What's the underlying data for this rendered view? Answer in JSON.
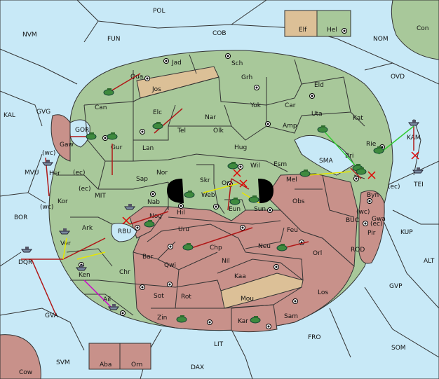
{
  "colors": {
    "sea": "#c8e9f7",
    "neutral_land": "#a8c89a",
    "red_power": "#c8918a",
    "tan_power": "#dcc097",
    "move_arrow": "#b01818",
    "support_arrow": "#e6e600",
    "convoy_arrow": "#cc00cc",
    "green_arrow": "#33cc33",
    "fail_mark": "#e00000"
  },
  "provinces": [
    {
      "id": "POL",
      "name": "POL"
    },
    {
      "id": "NVM",
      "name": "NVM"
    },
    {
      "id": "FUN",
      "name": "FUN"
    },
    {
      "id": "COB",
      "name": "COB"
    },
    {
      "id": "NOM",
      "name": "NOM"
    },
    {
      "id": "Con",
      "name": "Con"
    },
    {
      "id": "Elf",
      "name": "Elf"
    },
    {
      "id": "Hel",
      "name": "Hel"
    },
    {
      "id": "OVD",
      "name": "OVD"
    },
    {
      "id": "KAL",
      "name": "KAL"
    },
    {
      "id": "GVG",
      "name": "GVG"
    },
    {
      "id": "Jad",
      "name": "Jad"
    },
    {
      "id": "Sch",
      "name": "Sch"
    },
    {
      "id": "Qua",
      "name": "Qua"
    },
    {
      "id": "Jos",
      "name": "Jos"
    },
    {
      "id": "Grh",
      "name": "Grh"
    },
    {
      "id": "Eld",
      "name": "Eld"
    },
    {
      "id": "Can",
      "name": "Can"
    },
    {
      "id": "Yok",
      "name": "Yok"
    },
    {
      "id": "Car",
      "name": "Car"
    },
    {
      "id": "Elc",
      "name": "Elc"
    },
    {
      "id": "Nar",
      "name": "Nar"
    },
    {
      "id": "Uta",
      "name": "Uta"
    },
    {
      "id": "Kat",
      "name": "Kat"
    },
    {
      "id": "GOR",
      "name": "GOR"
    },
    {
      "id": "Tel",
      "name": "Tel"
    },
    {
      "id": "Olk",
      "name": "Olk"
    },
    {
      "id": "Amp",
      "name": "Amp"
    },
    {
      "id": "Gaw",
      "name": "Gaw"
    },
    {
      "id": "Gur",
      "name": "Gur"
    },
    {
      "id": "Lan",
      "name": "Lan"
    },
    {
      "id": "Hug",
      "name": "Hug"
    },
    {
      "id": "Rie",
      "name": "Rie"
    },
    {
      "id": "KAM",
      "name": "KAM"
    },
    {
      "id": "Bri",
      "name": "Bri"
    },
    {
      "id": "SMA",
      "name": "SMA"
    },
    {
      "id": "Esm",
      "name": "Esm"
    },
    {
      "id": "Wil",
      "name": "Wil"
    },
    {
      "id": "Nor",
      "name": "Nor"
    },
    {
      "id": "MVU",
      "name": "MVU"
    },
    {
      "id": "Her",
      "name": "Her"
    },
    {
      "id": "Skr",
      "name": "Skr"
    },
    {
      "id": "Sap",
      "name": "Sap"
    },
    {
      "id": "Mel",
      "name": "Mel"
    },
    {
      "id": "Byn",
      "name": "Byn"
    },
    {
      "id": "TEI",
      "name": "TEI"
    },
    {
      "id": "Kor",
      "name": "Kor"
    },
    {
      "id": "Ost",
      "name": "Ost"
    },
    {
      "id": "Web",
      "name": "Web"
    },
    {
      "id": "MIT",
      "name": "MIT"
    },
    {
      "id": "Nab",
      "name": "Nab"
    },
    {
      "id": "Eun",
      "name": "Eun"
    },
    {
      "id": "Sun",
      "name": "Sun"
    },
    {
      "id": "Obs",
      "name": "Obs"
    },
    {
      "id": "BOR",
      "name": "BOR"
    },
    {
      "id": "Hil",
      "name": "Hil"
    },
    {
      "id": "Nog",
      "name": "Nog"
    },
    {
      "id": "Ark",
      "name": "Ark"
    },
    {
      "id": "RBU",
      "name": "RBU"
    },
    {
      "id": "Uru",
      "name": "Uru"
    },
    {
      "id": "Feu",
      "name": "Feu"
    },
    {
      "id": "BUC",
      "name": "BUC"
    },
    {
      "id": "Gwa",
      "name": "Gwa"
    },
    {
      "id": "Pir",
      "name": "Pir"
    },
    {
      "id": "KUP",
      "name": "KUP"
    },
    {
      "id": "Ver",
      "name": "Ver"
    },
    {
      "id": "Chp",
      "name": "Chp"
    },
    {
      "id": "Neu",
      "name": "Neu"
    },
    {
      "id": "Orl",
      "name": "Orl"
    },
    {
      "id": "DQR",
      "name": "DQR"
    },
    {
      "id": "Bar",
      "name": "Bar"
    },
    {
      "id": "Qwi",
      "name": "Qwi"
    },
    {
      "id": "Nil",
      "name": "Nil"
    },
    {
      "id": "ROD",
      "name": "ROD"
    },
    {
      "id": "ALT",
      "name": "ALT"
    },
    {
      "id": "Ken",
      "name": "Ken"
    },
    {
      "id": "Chr",
      "name": "Chr"
    },
    {
      "id": "Kaa",
      "name": "Kaa"
    },
    {
      "id": "GVP",
      "name": "GVP"
    },
    {
      "id": "Sot",
      "name": "Sot"
    },
    {
      "id": "Rot",
      "name": "Rot"
    },
    {
      "id": "Mou",
      "name": "Mou"
    },
    {
      "id": "Los",
      "name": "Los"
    },
    {
      "id": "Ail",
      "name": "Ail"
    },
    {
      "id": "GVA",
      "name": "GVA"
    },
    {
      "id": "Zin",
      "name": "Zin"
    },
    {
      "id": "Kar",
      "name": "Kar"
    },
    {
      "id": "Sam",
      "name": "Sam"
    },
    {
      "id": "FRO",
      "name": "FRO"
    },
    {
      "id": "SOM",
      "name": "SOM"
    },
    {
      "id": "LIT",
      "name": "LIT"
    },
    {
      "id": "SVM",
      "name": "SVM"
    },
    {
      "id": "Aba",
      "name": "Aba"
    },
    {
      "id": "Orn",
      "name": "Orn"
    },
    {
      "id": "DAX",
      "name": "DAX"
    },
    {
      "id": "Cow",
      "name": "Cow"
    }
  ],
  "coast_labels": [
    "(wc)",
    "(ec)",
    "(ec)",
    "(wc)",
    "(ec)",
    "(wc)",
    "(ec)"
  ],
  "units": {
    "armies": [
      "Qua",
      "Gur",
      "Tel",
      "Uta",
      "Bri",
      "Rie",
      "Mel",
      "Byn",
      "Wil",
      "Web",
      "Eun",
      "Sun",
      "Nog",
      "Chp",
      "Neu",
      "Zin",
      "Kar",
      "Gaw"
    ],
    "fleets": [
      "Her",
      "RBU",
      "Ver",
      "Ken",
      "Ail",
      "KAM",
      "TEI",
      "DQR"
    ]
  },
  "orders_note": ""
}
